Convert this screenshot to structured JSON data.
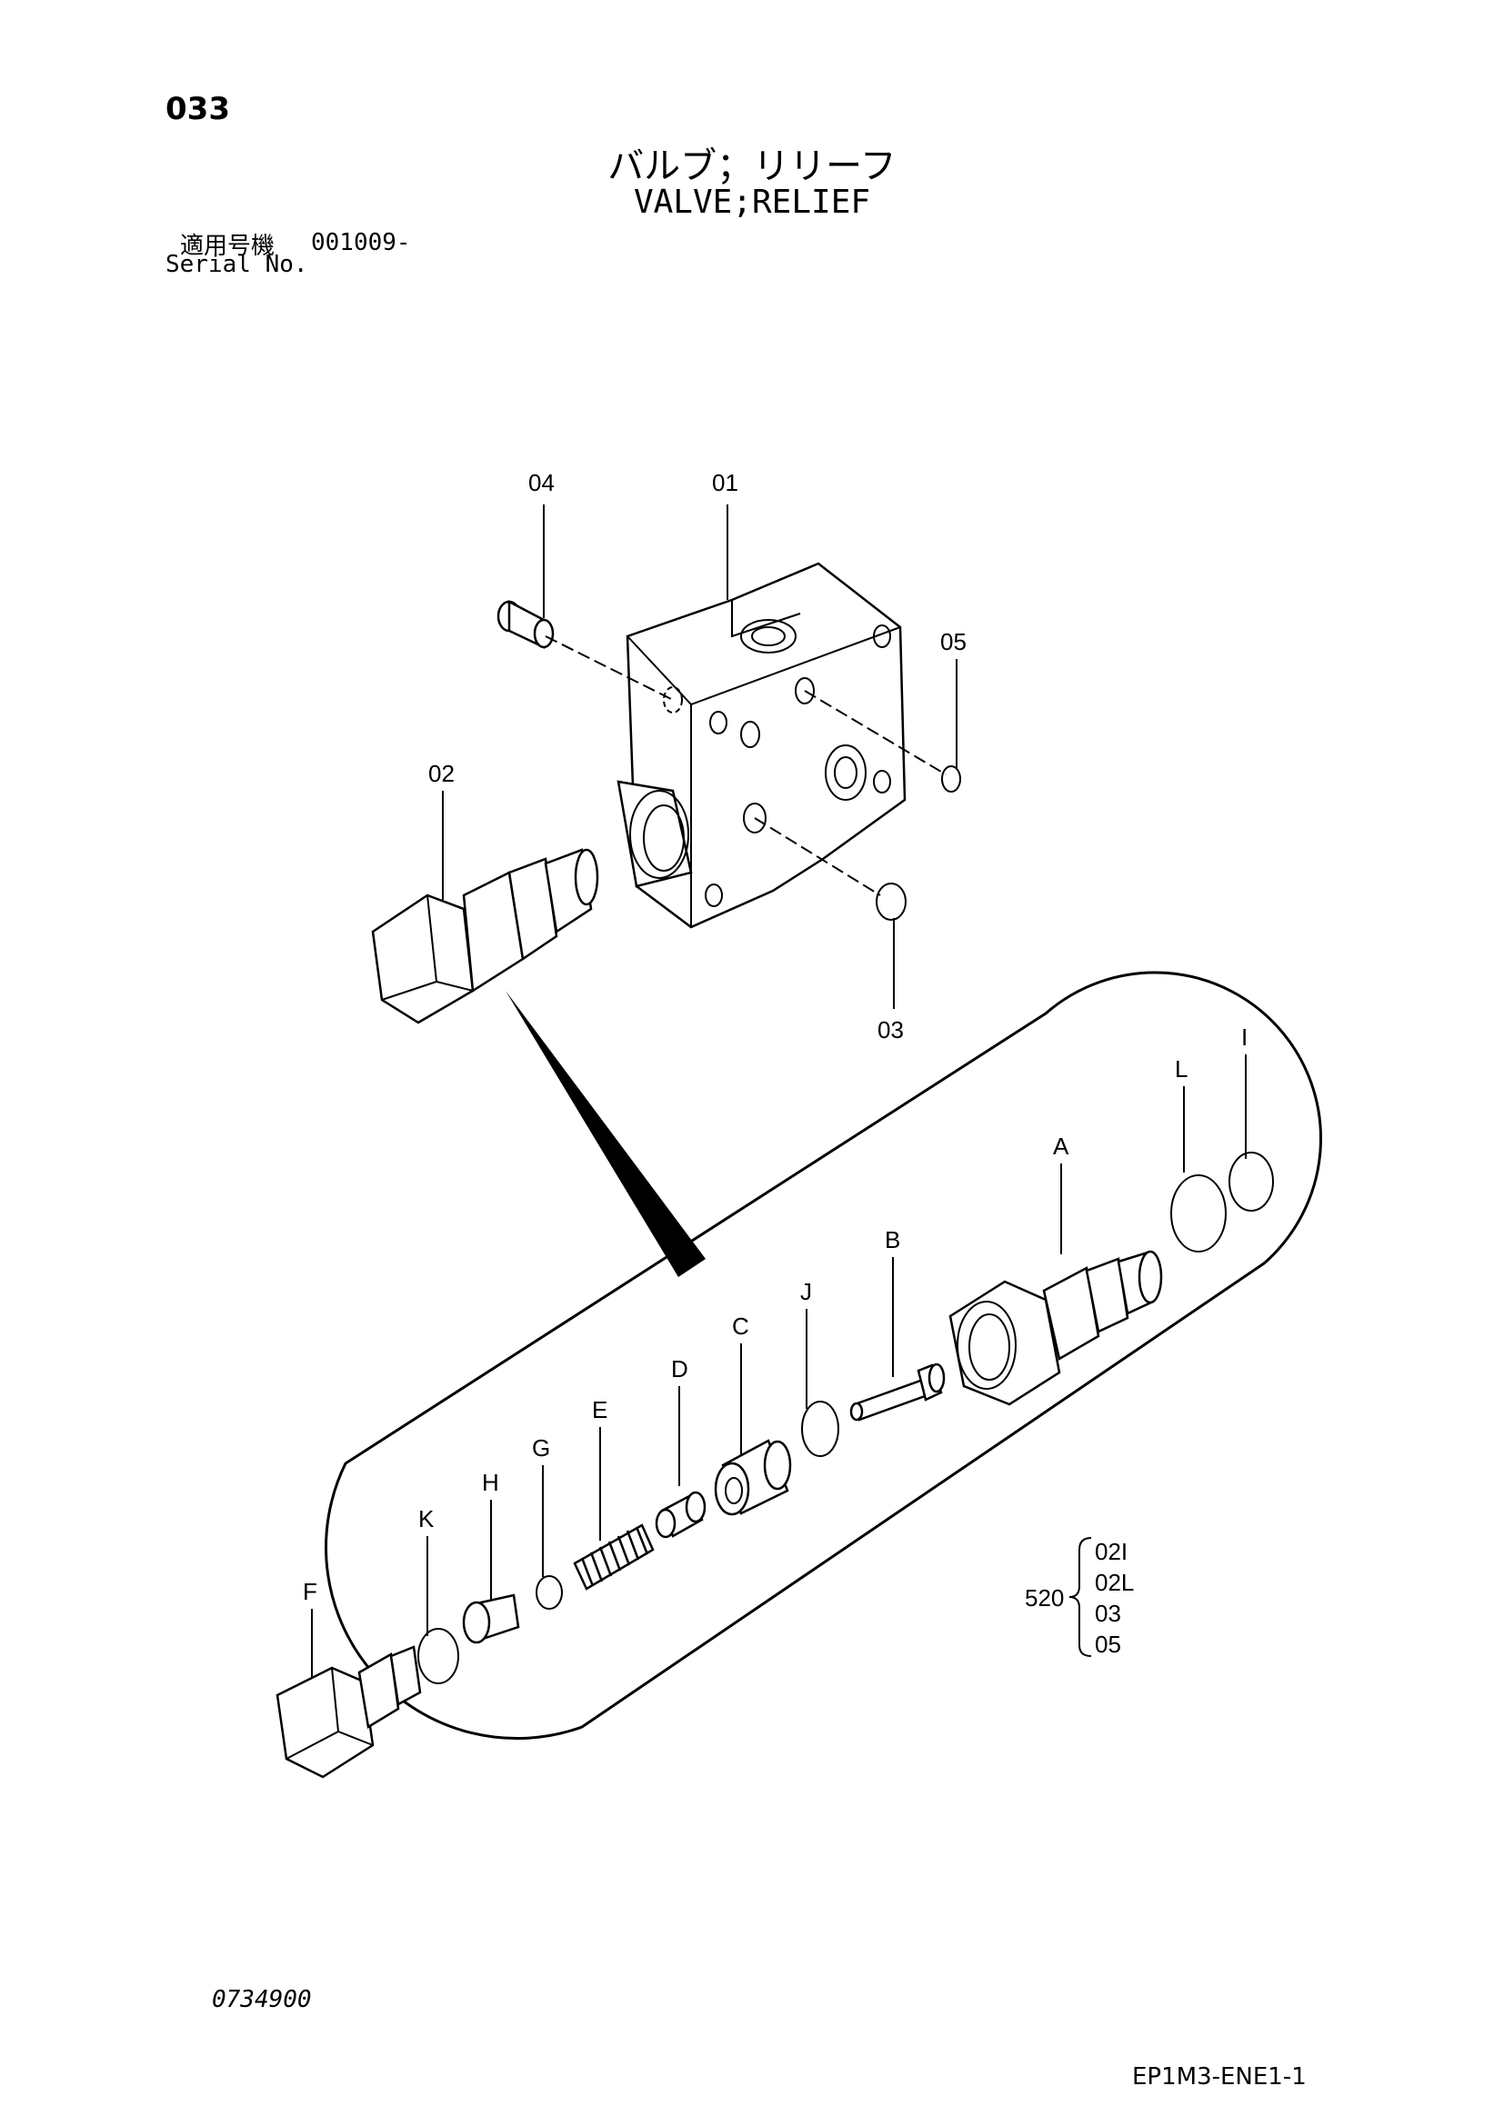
{
  "page_number": "033",
  "title_jp": "バルブ；リリーフ",
  "title_en": "VALVE;RELIEF",
  "serial": {
    "label_jp": "適用号機",
    "value": "001009-",
    "label_en": "Serial No."
  },
  "parts": {
    "p01": "01",
    "p02": "02",
    "p03": "03",
    "p04": "04",
    "p05": "05",
    "A": "A",
    "B": "B",
    "C": "C",
    "D": "D",
    "E": "E",
    "F": "F",
    "G": "G",
    "H": "H",
    "I": "I",
    "J": "J",
    "K": "K",
    "L": "L"
  },
  "kit": {
    "number": "520",
    "items": [
      "02I",
      "02L",
      "03",
      "05"
    ]
  },
  "drawing_number": "0734900",
  "page_code": "EP1M3-ENE1-1"
}
